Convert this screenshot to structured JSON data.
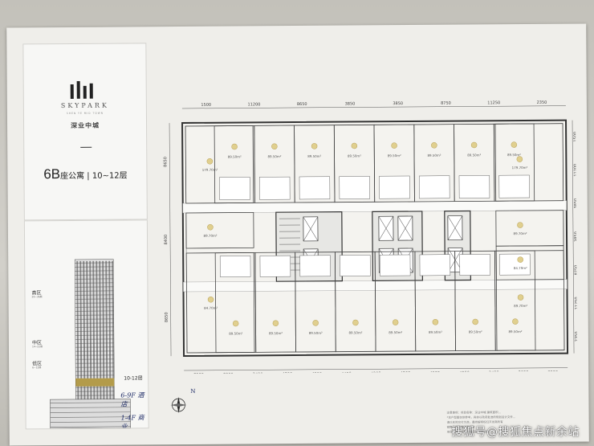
{
  "brand": {
    "name_en": "SKYPARK",
    "tagline": "深业中城",
    "name_cn": "深业中城"
  },
  "plan_title": {
    "building": "6B",
    "type": "座公寓",
    "floors": "10~12层"
  },
  "zones": [
    {
      "name": "高区",
      "range": "26~36层"
    },
    {
      "name": "中区",
      "range": "14~22层"
    },
    {
      "name": "低区",
      "range": "6~12层"
    }
  ],
  "highlight_floors": "10-12层",
  "handwriting": [
    "6-9F 酒店",
    "1-4F 商业"
  ],
  "north": "N",
  "top_dims": [
    "1500",
    "11200",
    "8650",
    "3850",
    "3850",
    "8750",
    "11250",
    "2350"
  ],
  "bottom_dims": [
    "2500",
    "3000",
    "3400",
    "4200",
    "4200",
    "4450",
    "4200",
    "4200",
    "4200",
    "4200",
    "3400",
    "3000",
    "2500"
  ],
  "left_dims": [
    "8650",
    "8400",
    "8650"
  ],
  "right_dims": [
    "1500",
    "11200",
    "3850",
    "3850",
    "8750",
    "11250",
    "2350"
  ],
  "units_top": [
    "89.50m²",
    "89.50m²",
    "89.50m²",
    "89.50m²",
    "89.50m²",
    "89.50m²",
    "89.50m²",
    "89.50m²"
  ],
  "units_bottom": [
    "89.50m²",
    "89.50m²",
    "89.50m²",
    "89.50m²",
    "89.50m²",
    "89.50m²",
    "89.50m²",
    "89.50m²"
  ],
  "units_side": [
    "179.70m²",
    "89.70m²",
    "179.70m²",
    "89.70m²",
    "84.70m²",
    "84.70m²",
    "89.70m²"
  ],
  "notes": [
    "注意事项：项目名称：深业中城 建筑面积...",
    "*本户型图仅供参考，具体以政府批准的规划设计文件...",
    "请以实际交付为准，最终解释权归开发商所有",
    "销售认可方案仅供参考",
    "项目地址：深圳市福田区中城项目"
  ],
  "watermark": "搜狐号@搜狐焦点新余站"
}
